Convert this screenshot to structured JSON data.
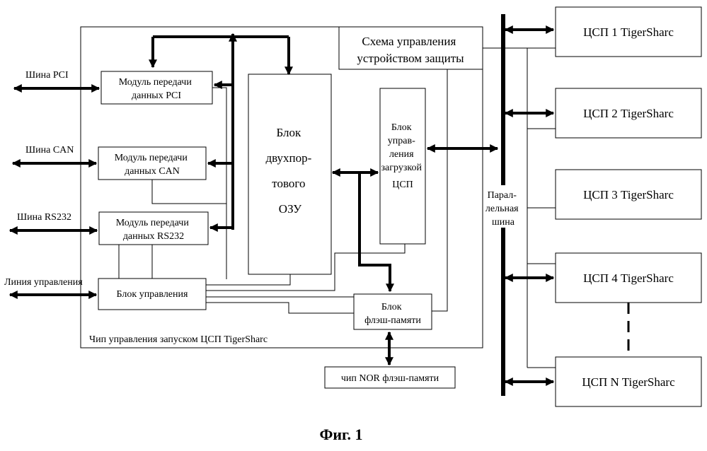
{
  "figure_caption": "Фиг. 1",
  "chip": {
    "label": "Чип управления запуском ЦСП TigerSharc",
    "protection_circuit": [
      "Схема управления",
      "устройством защиты"
    ],
    "modules": {
      "pci": [
        "Модуль передачи",
        "данных PCI"
      ],
      "can": [
        "Модуль передачи",
        "данных CAN"
      ],
      "rs232": [
        "Модуль передачи",
        "данных RS232"
      ],
      "control": "Блок управления",
      "ram": [
        "Блок",
        "двухпор-",
        "тового",
        "ОЗУ"
      ],
      "boot": [
        "Блок",
        "управ-",
        "ления",
        "загрузкой",
        "ЦСП"
      ],
      "flash_block": [
        "Блок",
        "флэш-памяти"
      ]
    }
  },
  "external": {
    "bus_pci": "Шина PCI",
    "bus_can": "Шина CAN",
    "bus_rs232": "Шина RS232",
    "control_line": "Линия управления",
    "nor_flash": "чип NOR флэш-памяти",
    "parallel_bus": [
      "Парал-",
      "лельная",
      "шина"
    ]
  },
  "dsps": [
    "ЦСП 1 TigerSharc",
    "ЦСП 2 TigerSharc",
    "ЦСП 3 TigerSharc",
    "ЦСП 4 TigerSharc",
    "ЦСП N TigerSharc"
  ]
}
